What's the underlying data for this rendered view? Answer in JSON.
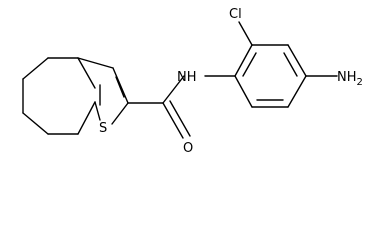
{
  "molecule": {
    "atoms": {
      "nh": "NH",
      "cl": "Cl",
      "nh2": "NH",
      "nh2_subscript": "2",
      "s": "S",
      "o": "O"
    }
  }
}
